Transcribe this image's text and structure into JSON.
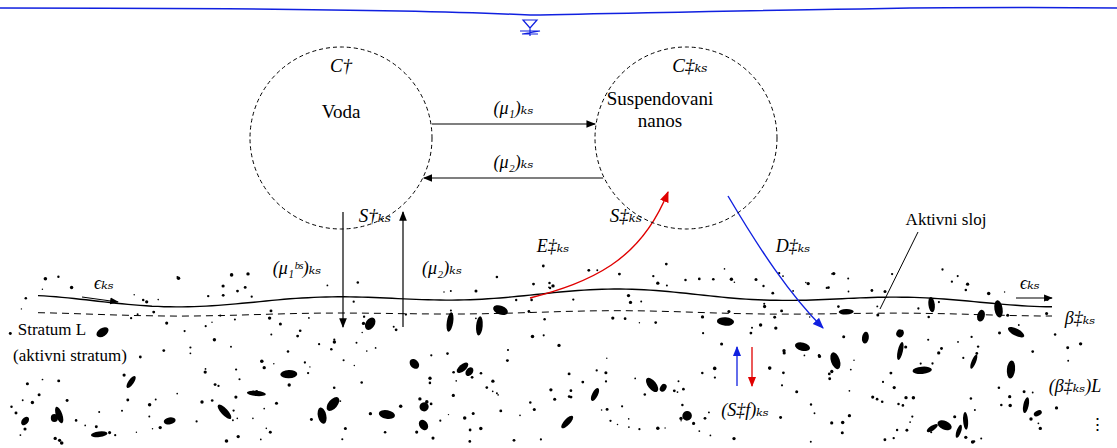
{
  "diagram": {
    "nodes": [
      {
        "text": [
          "C†",
          "Voda",
          "S†ₖₛ"
        ]
      },
      {
        "text": [
          "C‡ₖₛ",
          "Suspendovani nanos",
          "S‡ₖₛ"
        ]
      }
    ],
    "edges": [
      {
        "from": 0,
        "to": 1,
        "arrow": "to",
        "label": "(μ₁)ₖₛ"
      },
      {
        "from": 1,
        "to": 0,
        "arrow": "to",
        "label": "(μ₂)ₖₛ"
      }
    ],
    "labels": [
      "(μ₁ᵇˢ)ₖₛ",
      "(μ₂)ₖₛ",
      "E‡ₖₛ",
      "D‡ₖₛ",
      "ϵₖₛ",
      "ϵₖₛ",
      "Aktivni sloj",
      "Stratum L",
      "(aktivni stratum)",
      "β‡ₖₛ",
      "(β‡ₖₛ)L",
      "(S‡f)ₖₛ",
      "⋮"
    ]
  }
}
